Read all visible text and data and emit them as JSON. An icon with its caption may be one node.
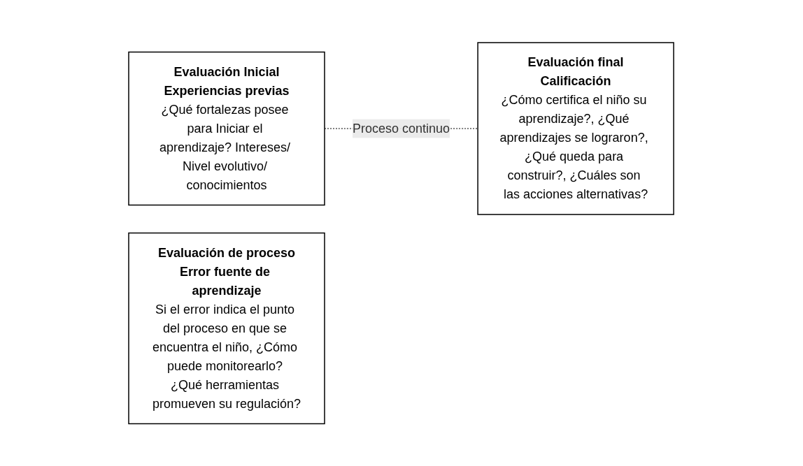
{
  "diagram": {
    "nodes": [
      {
        "text": [
          "Evaluación Inicial",
          "Experiencias previas",
          "¿Qué fortalezas posee para Iniciar el aprendizaje? Intereses/ Nivel evolutivo/ conocimientos"
        ]
      },
      {
        "text": [
          "Evaluación de proceso",
          "Error fuente de aprendizaje",
          "Si el error indica el punto del proceso en que se encuentra el niño, ¿Cómo puede monitorearlo? ¿Qué herramientas promueven su regulación?"
        ]
      },
      {
        "text": [
          "Evaluación final",
          "Calificación",
          "¿Cómo certifica el niño su aprendizaje?, ¿Qué aprendizajes se lograron?, ¿Qué queda para construir?, ¿Cuáles son las acciones alternativas?"
        ]
      }
    ],
    "edges": [
      {
        "from": 0,
        "to": 2,
        "arrow": "none",
        "style": "dashed",
        "label": "Proceso continuo"
      }
    ]
  }
}
